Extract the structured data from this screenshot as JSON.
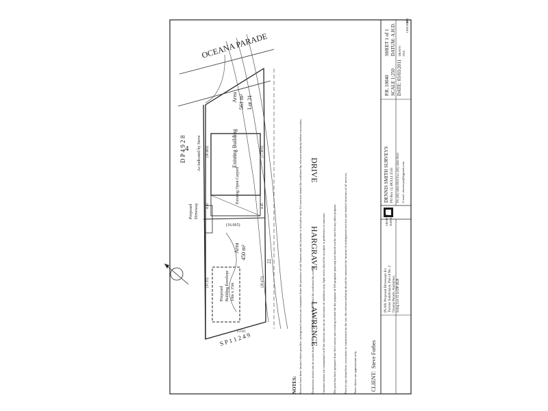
{
  "streets": {
    "oceana_parade": "OCEANA  PARADE",
    "hargrave": "HARGRAVE",
    "drive": "DRIVE",
    "lawrence": "LAWRENCE"
  },
  "lots": {
    "lot4_number": "4",
    "lot4_dp": "D P 4 9 2 8",
    "lot31_area": "Area",
    "lot31_area_value": "561 m²",
    "lot31_label": "Lot 31",
    "new_lot_area": "Area",
    "new_lot_area_value": "450 m²",
    "sp_label": "S P 1 1 2 4 9"
  },
  "buildings": {
    "existing": "Existing Building",
    "carport": "Existing Open Carport",
    "envelope_line1": "Proposed",
    "envelope_line2": "Building Envelope",
    "envelope_line3": "10m x 15m",
    "as_indicated": "As indicated by Steve",
    "driveway_line1": "Proposed",
    "driveway_line2": "Driveway"
  },
  "dimensions": {
    "d1": "(16.065)",
    "d2": "(30.463)",
    "d3": "(17.605)",
    "d4": "(31.25)",
    "d5": "(28.475)",
    "d6": "4.45",
    "d7": "4.45",
    "d8": "15.031",
    "d9": "22"
  },
  "notes": {
    "heading": "NOTES:",
    "n1": "Services have been located where possible, underground services are interpreted from the presence of site features and the location is indicative only. All services should be confirmed by relevant authority before excavation.",
    "n2": "Dimensions should not be scaled from this plan. All critical dimensions should be confirmed by survey.",
    "n3": "Contours shown are interpolated at 0.5m intervals and are an indication of landform only. Spot levels should be accepted in preference to contours.",
    "n4": "This plan has been prepared from field survey and existing records for the purpose of DA proposal planning and should not be used for any other purpose.",
    "n5": "Prior to any demolition, excavation or construction on the site, the relevant authority should be contacted for location of underground services and detailed locations of all services.",
    "n6": "Trees shown are approximate only."
  },
  "title_block": {
    "client_label": "CLIENT:",
    "client_name": "Steve Forbes",
    "plan_line1": "PLAN: Proposed Driveways for",
    "plan_line2": "Torrens Subdivision, Part of No. 2",
    "plan_line3": "Oceana Parade, Austinmer,",
    "plan_line4": "being Lot 31 in DP 4928",
    "company": "DENNIS SMITH SURVEYS",
    "addr1": "PO Box 12, BULLI 2516",
    "addr2": "Ph: (02) 4284 9922  Fax: (02) 4284 9942",
    "addr3": "E-mail: dssurveys@bigpond.com",
    "ref": "P.R. 10040",
    "scale": "SCALE 1:250",
    "date": "DATE: 03/03/2011",
    "sheet": "SHEET 1 of 1",
    "datum": "DATUM: A.H.D.",
    "drawn": "DRAWN",
    "checked": "CHECKED",
    "rev": "REV",
    "file": "FILE",
    "small1": "GROUND",
    "small2": "SURVEY"
  }
}
